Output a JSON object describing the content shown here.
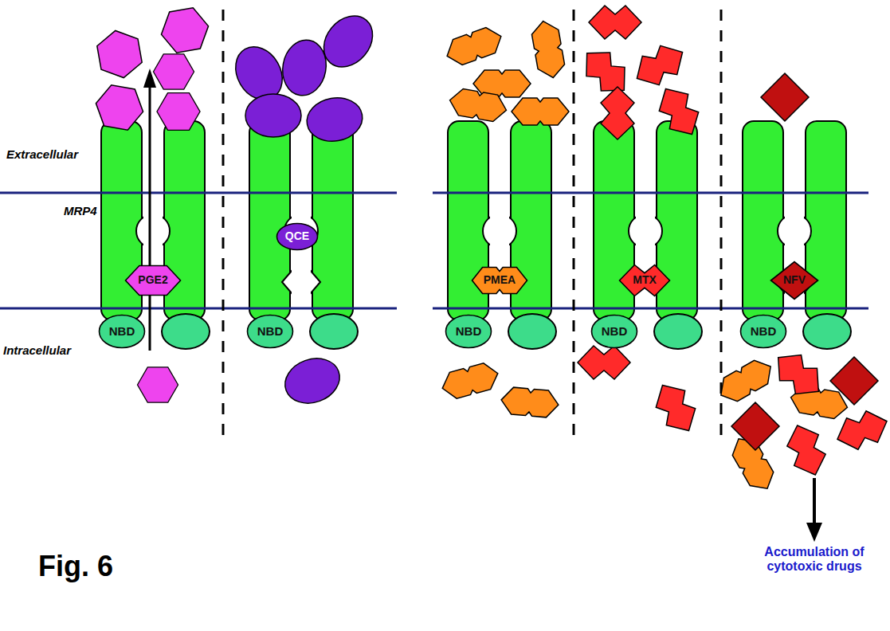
{
  "diagram": {
    "nodes": [
      {
        "text": [
          "PGE2"
        ]
      },
      {
        "text": [
          "QCE"
        ]
      },
      {
        "text": [
          "PMEA"
        ]
      },
      {
        "text": [
          "MTX"
        ]
      },
      {
        "text": [
          "NFV"
        ]
      },
      {
        "text": [
          "NBD"
        ]
      },
      {
        "text": [
          "NBD"
        ]
      },
      {
        "text": [
          "NBD"
        ]
      },
      {
        "text": [
          "NBD"
        ]
      },
      {
        "text": [
          "NBD"
        ]
      }
    ],
    "labels": [
      "Extracellular",
      "MRP4",
      "Intracellular",
      "Fig. 6",
      "Accumulation of cytotoxic drugs"
    ]
  }
}
